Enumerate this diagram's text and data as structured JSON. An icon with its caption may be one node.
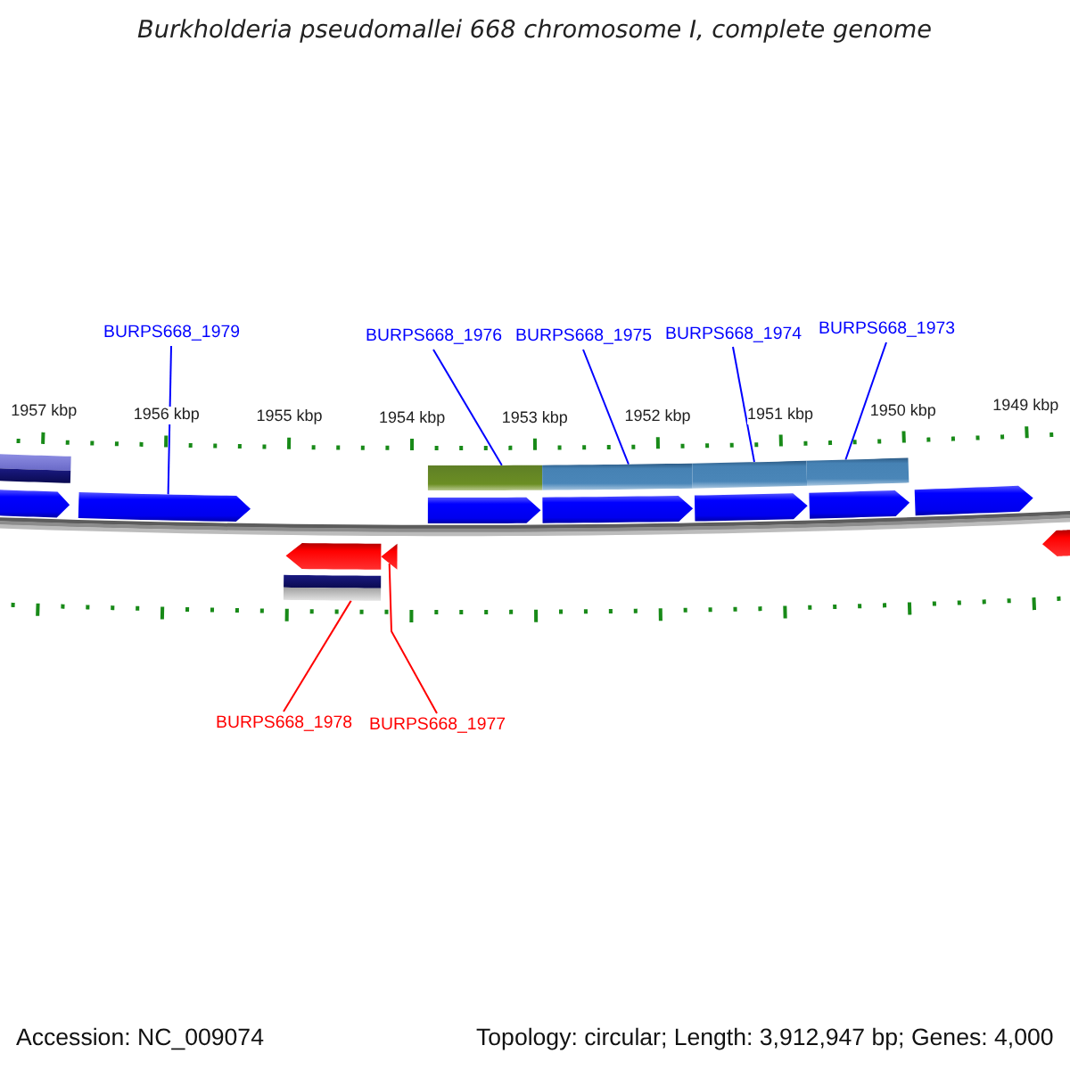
{
  "diagram": {
    "title": "Burkholderia pseudomallei 668 chromosome I, complete genome",
    "nodes": [
      {
        "text": [
          "BURPS668_1979"
        ]
      },
      {
        "text": [
          "BURPS668_1976"
        ]
      },
      {
        "text": [
          "BURPS668_1975"
        ]
      },
      {
        "text": [
          "BURPS668_1974"
        ]
      },
      {
        "text": [
          "BURPS668_1973"
        ]
      },
      {
        "text": [],
        "shape": "bar"
      },
      {
        "text": [],
        "shape": "bar"
      },
      {
        "text": [],
        "shape": "bar"
      },
      {
        "text": [],
        "shape": "bar"
      },
      {
        "text": [],
        "shape": "bar"
      },
      {
        "text": [],
        "shape": "arrow"
      },
      {
        "text": [],
        "shape": "arrow"
      },
      {
        "text": [],
        "shape": "arrow"
      },
      {
        "text": [],
        "shape": "arrow"
      },
      {
        "text": [],
        "shape": "arrow"
      },
      {
        "text": [],
        "shape": "arrow"
      },
      {
        "text": [],
        "shape": "arrow"
      },
      {
        "text": [],
        "shape": "arrow"
      },
      {
        "text": [],
        "shape": "arrow"
      },
      {
        "text": [],
        "shape": "arrow"
      },
      {
        "text": [],
        "shape": "bar"
      },
      {
        "text": [
          "BURPS668_1978"
        ]
      },
      {
        "text": [
          "BURPS668_1977"
        ]
      }
    ],
    "edges": [
      {
        "from": 0,
        "to": 11,
        "arrow": "none"
      },
      {
        "from": 1,
        "to": 6,
        "arrow": "none"
      },
      {
        "from": 2,
        "to": 7,
        "arrow": "none"
      },
      {
        "from": 3,
        "to": 8,
        "arrow": "none"
      },
      {
        "from": 4,
        "to": 9,
        "arrow": "none"
      },
      {
        "from": 21,
        "to": 20,
        "arrow": "none",
        "color": "#ff0000"
      },
      {
        "from": 22,
        "to": 18,
        "arrow": "none",
        "color": "#ff0000"
      }
    ],
    "labels": [
      "1957 kbp",
      "1956 kbp",
      "1955 kbp",
      "1954 kbp",
      "1953 kbp",
      "1952 kbp",
      "1951 kbp",
      "1950 kbp",
      "1949 kbp",
      "Accession: NC_009074",
      "Topology: circular; Length: 3,912,947 bp; Genes: 4,000"
    ]
  }
}
